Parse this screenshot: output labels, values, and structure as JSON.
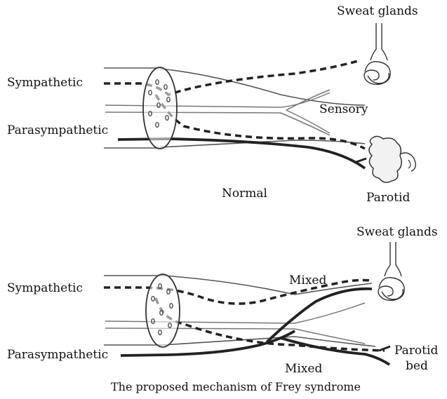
{
  "colors": {
    "nerve_dark": "#222222",
    "outline": "#555555",
    "background": "#ffffff"
  },
  "top_panel": {
    "label_sympathetic": "Sympathetic",
    "label_parasympathetic": "Parasympathetic",
    "label_sensory": "Sensory",
    "label_sweat_glands": "Sweat glands",
    "label_parotid": "Parotid",
    "label_state": "Normal"
  },
  "bottom_panel": {
    "label_sympathetic": "Sympathetic",
    "label_parasympathetic": "Parasympathetic",
    "label_sweat_glands": "Sweat glands",
    "label_mixed_upper": "Mixed",
    "label_mixed_lower": "Mixed",
    "label_parotid_bed_line1": "Parotid",
    "label_parotid_bed_line2": "bed"
  },
  "caption": "The proposed mechanism of Frey syndrome"
}
